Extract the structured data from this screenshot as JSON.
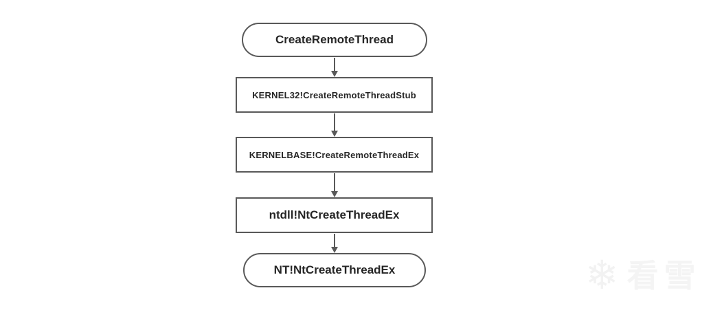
{
  "diagram": {
    "type": "flowchart",
    "direction": "top-down",
    "nodes": [
      {
        "id": "n1",
        "label": "CreateRemoteThread",
        "shape": "stadium",
        "emphasis": "bold-large"
      },
      {
        "id": "n2",
        "label": "KERNEL32!CreateRemoteThreadStub",
        "shape": "rectangle",
        "emphasis": "small"
      },
      {
        "id": "n3",
        "label": "KERNELBASE!CreateRemoteThreadEx",
        "shape": "rectangle",
        "emphasis": "small"
      },
      {
        "id": "n4",
        "label": "ntdll!NtCreateThreadEx",
        "shape": "rectangle",
        "emphasis": "bold-large"
      },
      {
        "id": "n5",
        "label": "NT!NtCreateThreadEx",
        "shape": "stadium",
        "emphasis": "bold-large"
      }
    ],
    "edges": [
      {
        "from": "n1",
        "to": "n2",
        "style": "arrow-down"
      },
      {
        "from": "n2",
        "to": "n3",
        "style": "arrow-down"
      },
      {
        "from": "n3",
        "to": "n4",
        "style": "arrow-down"
      },
      {
        "from": "n4",
        "to": "n5",
        "style": "arrow-down"
      }
    ]
  },
  "watermark": {
    "icon": "snowflake-icon",
    "icon_glyph": "❄",
    "text": "看雪"
  },
  "colors": {
    "background": "#ffffff",
    "node_border": "#595959",
    "node_fill": "#ffffff",
    "node_text": "#262626",
    "arrow": "#595959",
    "watermark": "#f4f4f4"
  }
}
